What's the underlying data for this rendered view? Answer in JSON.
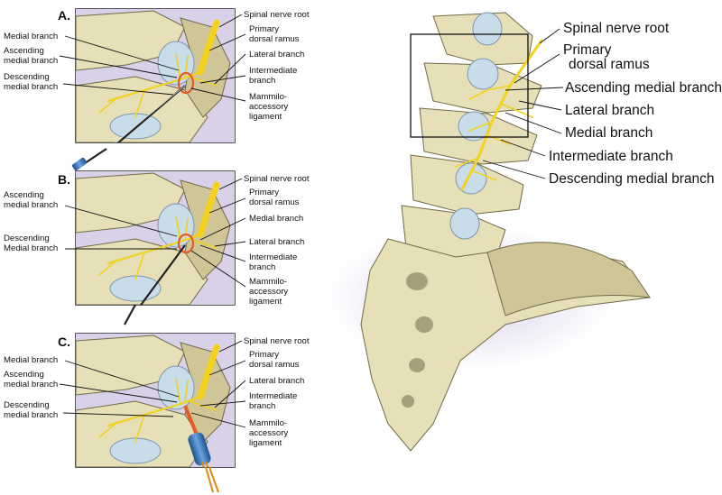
{
  "panels": [
    {
      "letter": "A.",
      "left_labels": [
        "Medial branch",
        "Ascending",
        "medial branch",
        "Descending",
        "medial branch"
      ],
      "right_labels": [
        "Spinal nerve root",
        "Primary",
        "dorsal ramus",
        "Lateral branch",
        "Intermediate",
        "branch",
        "Mammilo-",
        "accessory",
        "ligament"
      ]
    },
    {
      "letter": "B.",
      "left_labels": [
        "Ascending",
        "medial branch",
        "Descending",
        "Medial branch"
      ],
      "right_labels": [
        "Spinal nerve root",
        "Primary",
        "dorsal ramus",
        "Medial branch",
        "Lateral branch",
        "Intermediate",
        "branch",
        "Mammilo-",
        "accessory",
        "ligament"
      ]
    },
    {
      "letter": "C.",
      "left_labels": [
        "Medial branch",
        "Ascending",
        "medial branch",
        "Descending",
        "medial branch"
      ],
      "right_labels": [
        "Spinal nerve root",
        "Primary",
        "dorsal ramus",
        "Lateral branch",
        "Intermediate",
        "branch",
        "Mammilo-",
        "accessory",
        "ligament"
      ]
    }
  ],
  "spine_labels": [
    "Spinal nerve root",
    "Primary",
    "dorsal ramus",
    "Ascending medial branch",
    "Lateral branch",
    "Medial branch",
    "Intermediate branch",
    "Descending medial branch"
  ],
  "colors": {
    "bone": "#e7dfb8",
    "disc": "#c9dcea",
    "nerve": "#f2d21c",
    "lesion": "#e25a24",
    "probe": "#2f6db5"
  }
}
